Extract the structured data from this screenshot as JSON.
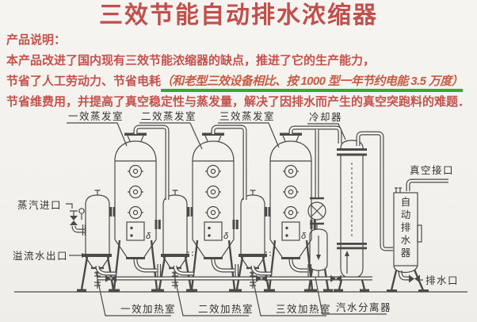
{
  "page": {
    "background": "#f4f2ee"
  },
  "title": {
    "text": "三效节能自动排水浓缩器",
    "color": "#c0504d"
  },
  "description": {
    "heading": "产品说明：",
    "line1": "本产品改进了国内现有三效节能浓缩器的缺点，推进了它的生产能力，",
    "line2_normal": "节省了人工劳动力、节省电耗",
    "line2_highlight": "（和老型三效设备相比、按 1000 型一年节约电能 3.5 万度）",
    "line3": "节省维费用，并提高了真空稳定性与蒸发量，解决了因排水而产生的真空突跑料的难题．",
    "text_color": "#c4524e",
    "highlight_underline_color": "#2caf2c"
  },
  "diagram": {
    "line_color": "#4a4a4a",
    "labels": {
      "evap1": "一效蒸发室",
      "evap2": "二效蒸发室",
      "evap3": "三效蒸发室",
      "cooler": "冷却器",
      "steam_inlet": "蒸汽进口",
      "overflow_outlet": "溢流水出口",
      "vacuum_port": "真空接口",
      "drain_outlet": "排水口",
      "heater1": "一效加热室",
      "heater2": "二效加热室",
      "heater3": "三效加热室",
      "separator": "汽水分离器",
      "drainer_chars": [
        "自",
        "动",
        "排",
        "水",
        "器"
      ],
      "delta": "δ"
    }
  }
}
